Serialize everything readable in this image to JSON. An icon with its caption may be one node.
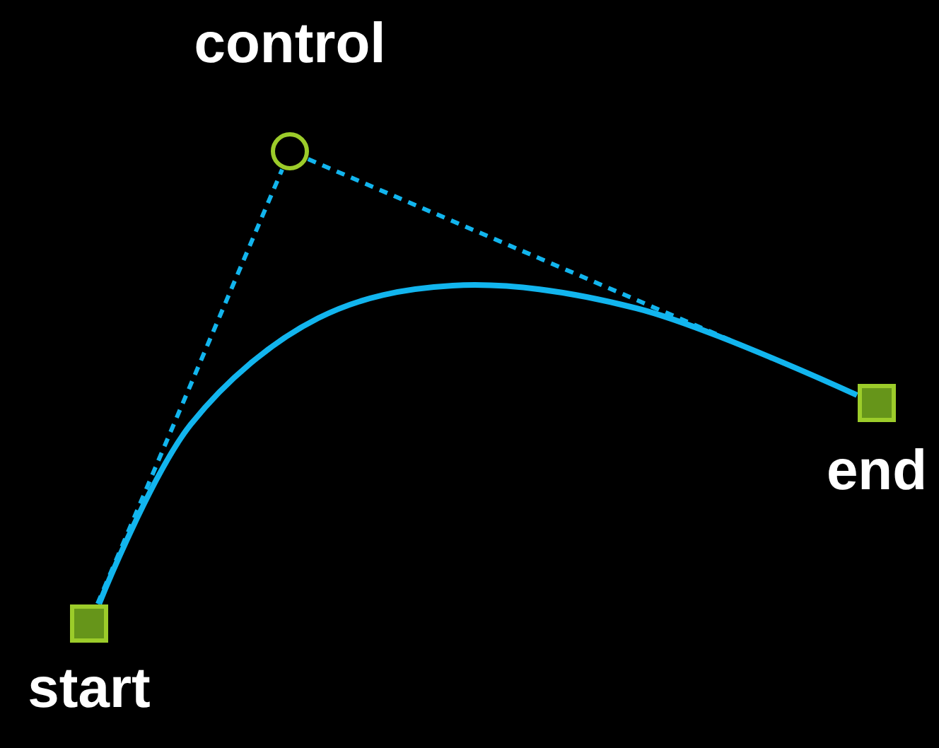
{
  "diagram": {
    "nodes": [
      {
        "text": [
          "control"
        ]
      },
      {
        "text": [
          "end"
        ]
      },
      {
        "text": [
          "start"
        ]
      }
    ],
    "edges": [
      {
        "from": 2,
        "to": 0,
        "arrow": "none",
        "style": "dashed"
      },
      {
        "from": 0,
        "to": 1,
        "arrow": "none",
        "style": "dashed"
      },
      {
        "from": 2,
        "to": 1,
        "arrow": "none"
      }
    ]
  }
}
